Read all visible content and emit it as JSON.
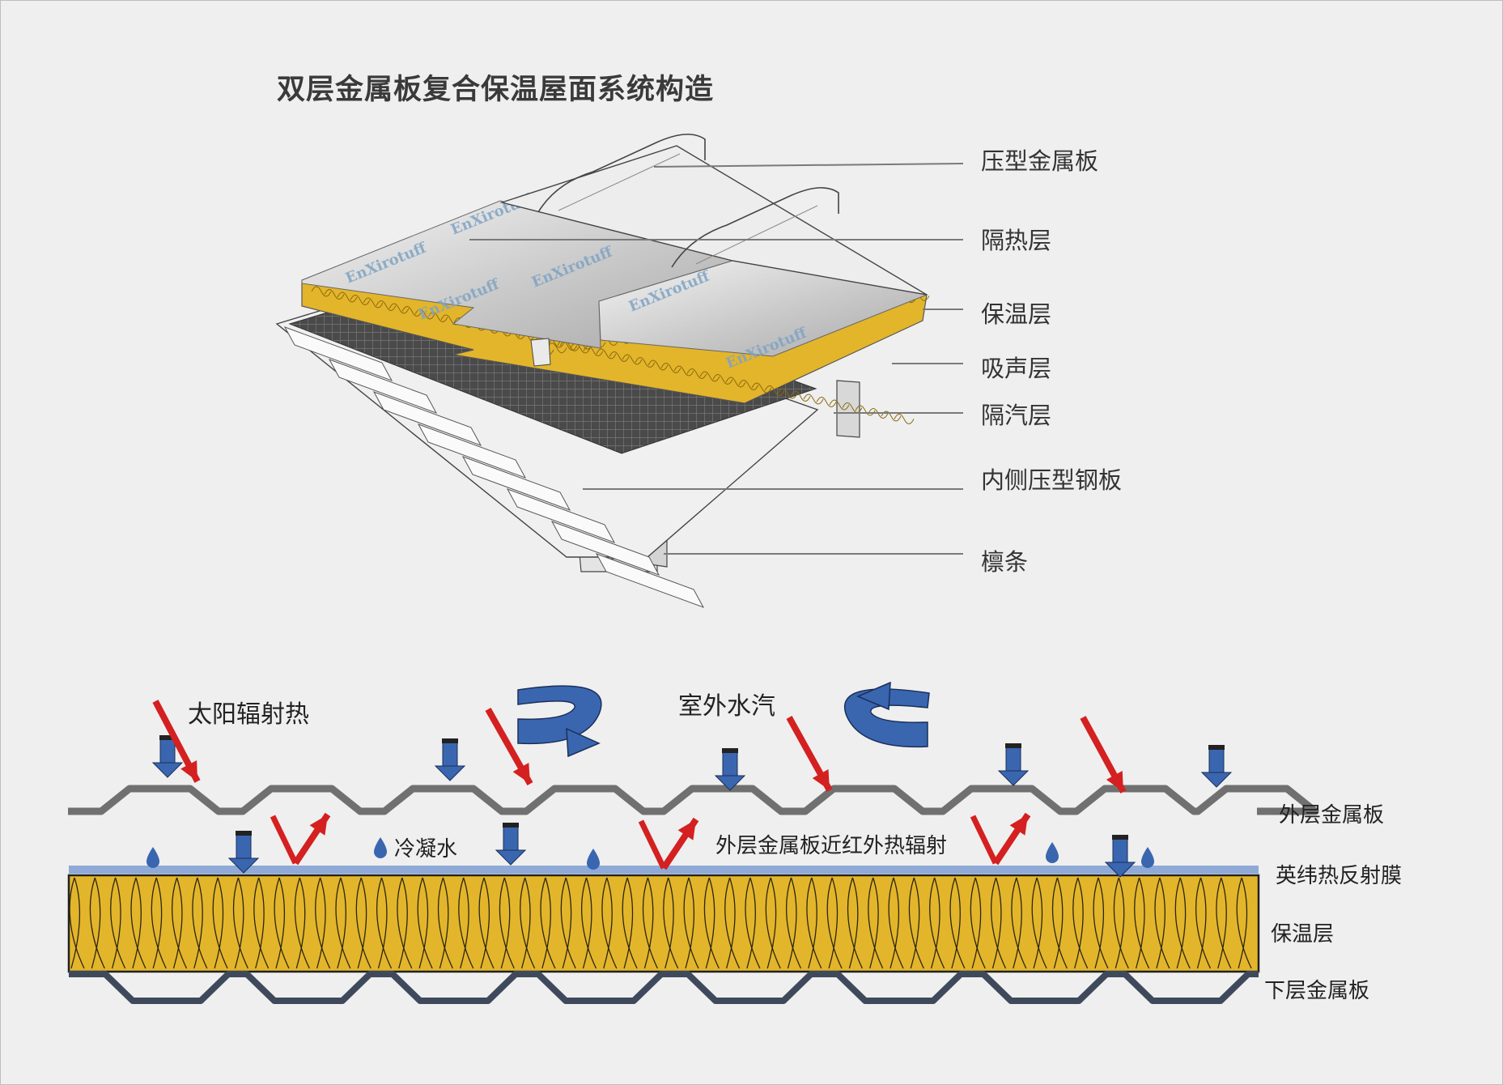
{
  "title": "双层金属板复合保温屋面系统构造",
  "upper_callouts": [
    "压型金属板",
    "隔热层",
    "保温层",
    "吸声层",
    "隔汽层",
    "内侧压型钢板",
    "檩条"
  ],
  "brand_watermark": "EnXirotuff",
  "lower_annotations": {
    "solar": "太阳辐射热",
    "vapor": "室外水汽",
    "condensate": "冷凝水",
    "ir": "外层金属板近红外热辐射"
  },
  "lower_layers": [
    "外层金属板",
    "英纬热反射膜",
    "保温层",
    "下层金属板"
  ],
  "colors": {
    "insulation": "#e3b52a",
    "reflective_film": "#8faad6",
    "outer_sheet": "#707070",
    "inner_sheet": "#3e4a5c",
    "arrow_red": "#d42020",
    "arrow_blue": "#3a66b0",
    "label_text": "#333333"
  }
}
